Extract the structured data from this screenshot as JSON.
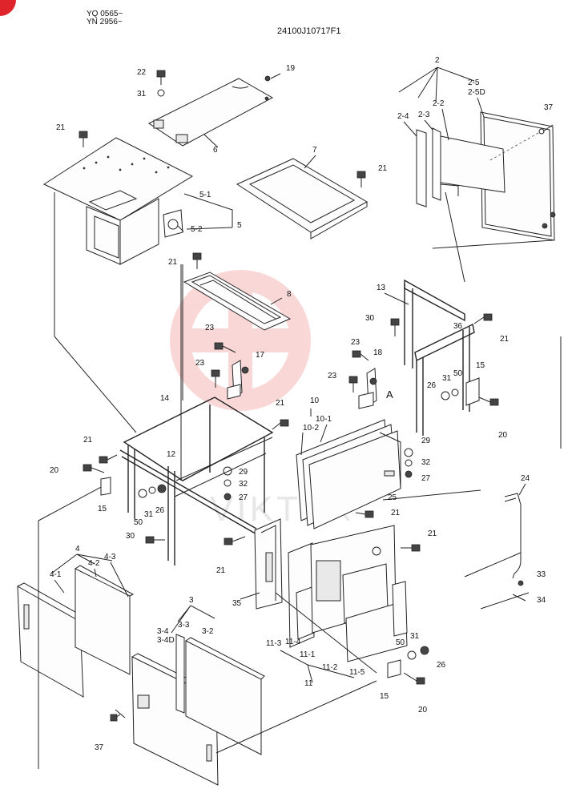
{
  "header": {
    "serial_line_1": "YQ 0565~",
    "serial_line_2": "YN 2956~",
    "drawing_number": "24100J10717F1"
  },
  "watermark": {
    "text": "VIKTEX",
    "color": "#e84c4c"
  },
  "badge": {
    "color": "#e0242b"
  },
  "callouts": {
    "p2": "2",
    "p2_5": "2-5",
    "p2_5D": "2-5D",
    "p2_2": "2-2",
    "p2_3": "2-3",
    "p2_4": "2-4",
    "p19": "19",
    "p22": "22",
    "p31a": "31",
    "p21a": "21",
    "p6": "6",
    "p7": "7",
    "p21b": "21",
    "p37a": "37",
    "p5_1": "5-1",
    "p5": "5",
    "p5_2": "5-2",
    "p21c": "21",
    "p8": "8",
    "p13": "13",
    "p30a": "30",
    "p21d": "21",
    "p36": "36",
    "p23a": "23",
    "p17": "17",
    "p23b": "23",
    "p18": "18",
    "p23c": "23",
    "p23d": "23",
    "pA": "A",
    "p31b": "31",
    "p50a": "50",
    "p15a": "15",
    "p26a": "26",
    "p20a": "20",
    "p14": "14",
    "p21e": "21",
    "p10": "10",
    "p10_1": "10-1",
    "p10_2": "10-2",
    "p29a": "29",
    "p32a": "32",
    "p27a": "27",
    "p21f": "21",
    "p20b": "20",
    "p12": "12",
    "p29b": "29",
    "p32b": "32",
    "p27b": "27",
    "p15b": "15",
    "p50b": "50",
    "p31c": "31",
    "p26b": "26",
    "p25": "25",
    "p21g": "21",
    "p24": "24",
    "p30b": "30",
    "p21h": "21",
    "p21i": "21",
    "p4": "4",
    "p4_1": "4-1",
    "p4_2": "4-2",
    "p4_3": "4-3",
    "p33": "33",
    "p34": "34",
    "p35": "35",
    "p3": "3",
    "p3_3": "3-3",
    "p3_4": "3-4",
    "p3_4D": "3-4D",
    "p3_2": "3-2",
    "p11_3": "11-3",
    "p11_4": "11-4",
    "p11_1": "11-1",
    "p11_2": "11-2",
    "p11_5": "11-5",
    "p11": "11",
    "p50c": "50",
    "p31d": "31",
    "p26c": "26",
    "p15c": "15",
    "p20c": "20",
    "p37b": "37"
  }
}
